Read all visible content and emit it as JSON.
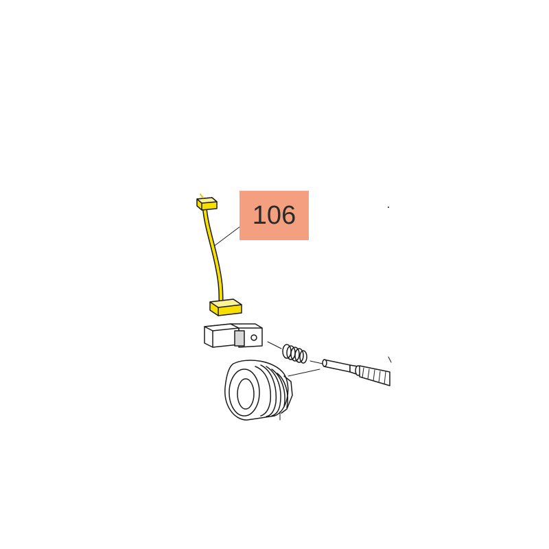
{
  "diagram": {
    "callout": {
      "label": "106",
      "color": "#f4a080"
    },
    "highlight_color": "#f7e000",
    "line_color": "#1a1a1a",
    "parts": [
      "carbon-brush-with-lead",
      "brush-holder",
      "spring",
      "shaft",
      "armature-pulley"
    ]
  }
}
